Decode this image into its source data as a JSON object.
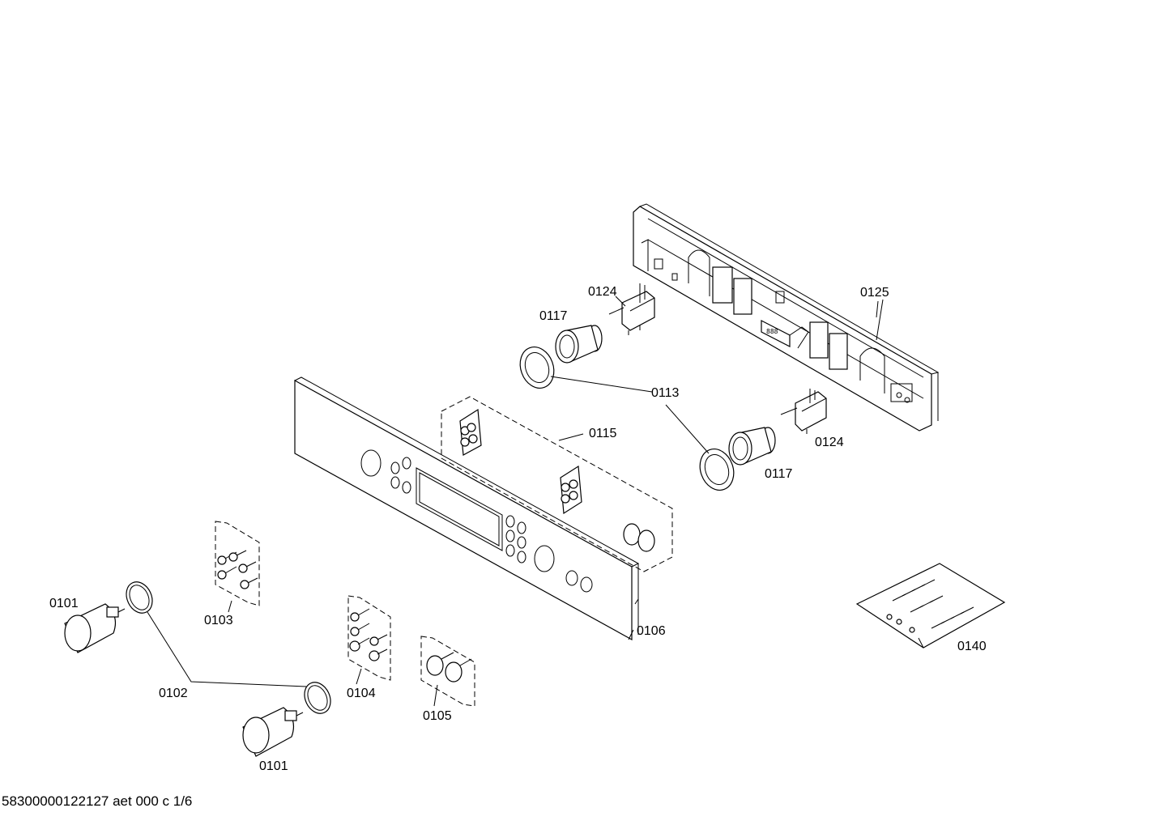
{
  "parts": {
    "p0101_a": "0101",
    "p0101_b": "0101",
    "p0102": "0102",
    "p0103": "0103",
    "p0104": "0104",
    "p0105": "0105",
    "p0106": "0106",
    "p0113": "0113",
    "p0115": "0115",
    "p0117_a": "0117",
    "p0117_b": "0117",
    "p0124_a": "0124",
    "p0124_b": "0124",
    "p0125": "0125",
    "p0140": "0140"
  },
  "footer": "58300000122127 aet 000 c 1/6"
}
